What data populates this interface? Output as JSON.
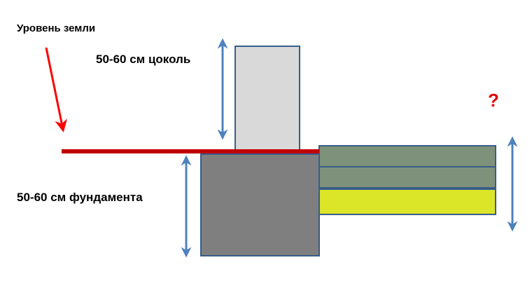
{
  "labels": {
    "ground_level": "Уровень земли",
    "plinth_height": "50-60 см цоколь",
    "foundation_depth": "50-60 см фундамента",
    "question": "?"
  },
  "colors": {
    "ground_line": "#c00000",
    "ground_arrow": "#ff0000",
    "question": "#e00000",
    "dimension_arrow": "#4f81bd",
    "plinth_fill": "#d9d9d9",
    "plinth_stroke": "#385d8a",
    "foundation_fill": "#7f7f7f",
    "foundation_stroke": "#385d8a",
    "layer_fill": "#7e927b",
    "sand_fill": "#dce629",
    "layer_stroke": "#385d8a"
  },
  "icons": {
    "ground_pointer": "red-arrow-icon",
    "dimension": "double-arrow-icon"
  }
}
